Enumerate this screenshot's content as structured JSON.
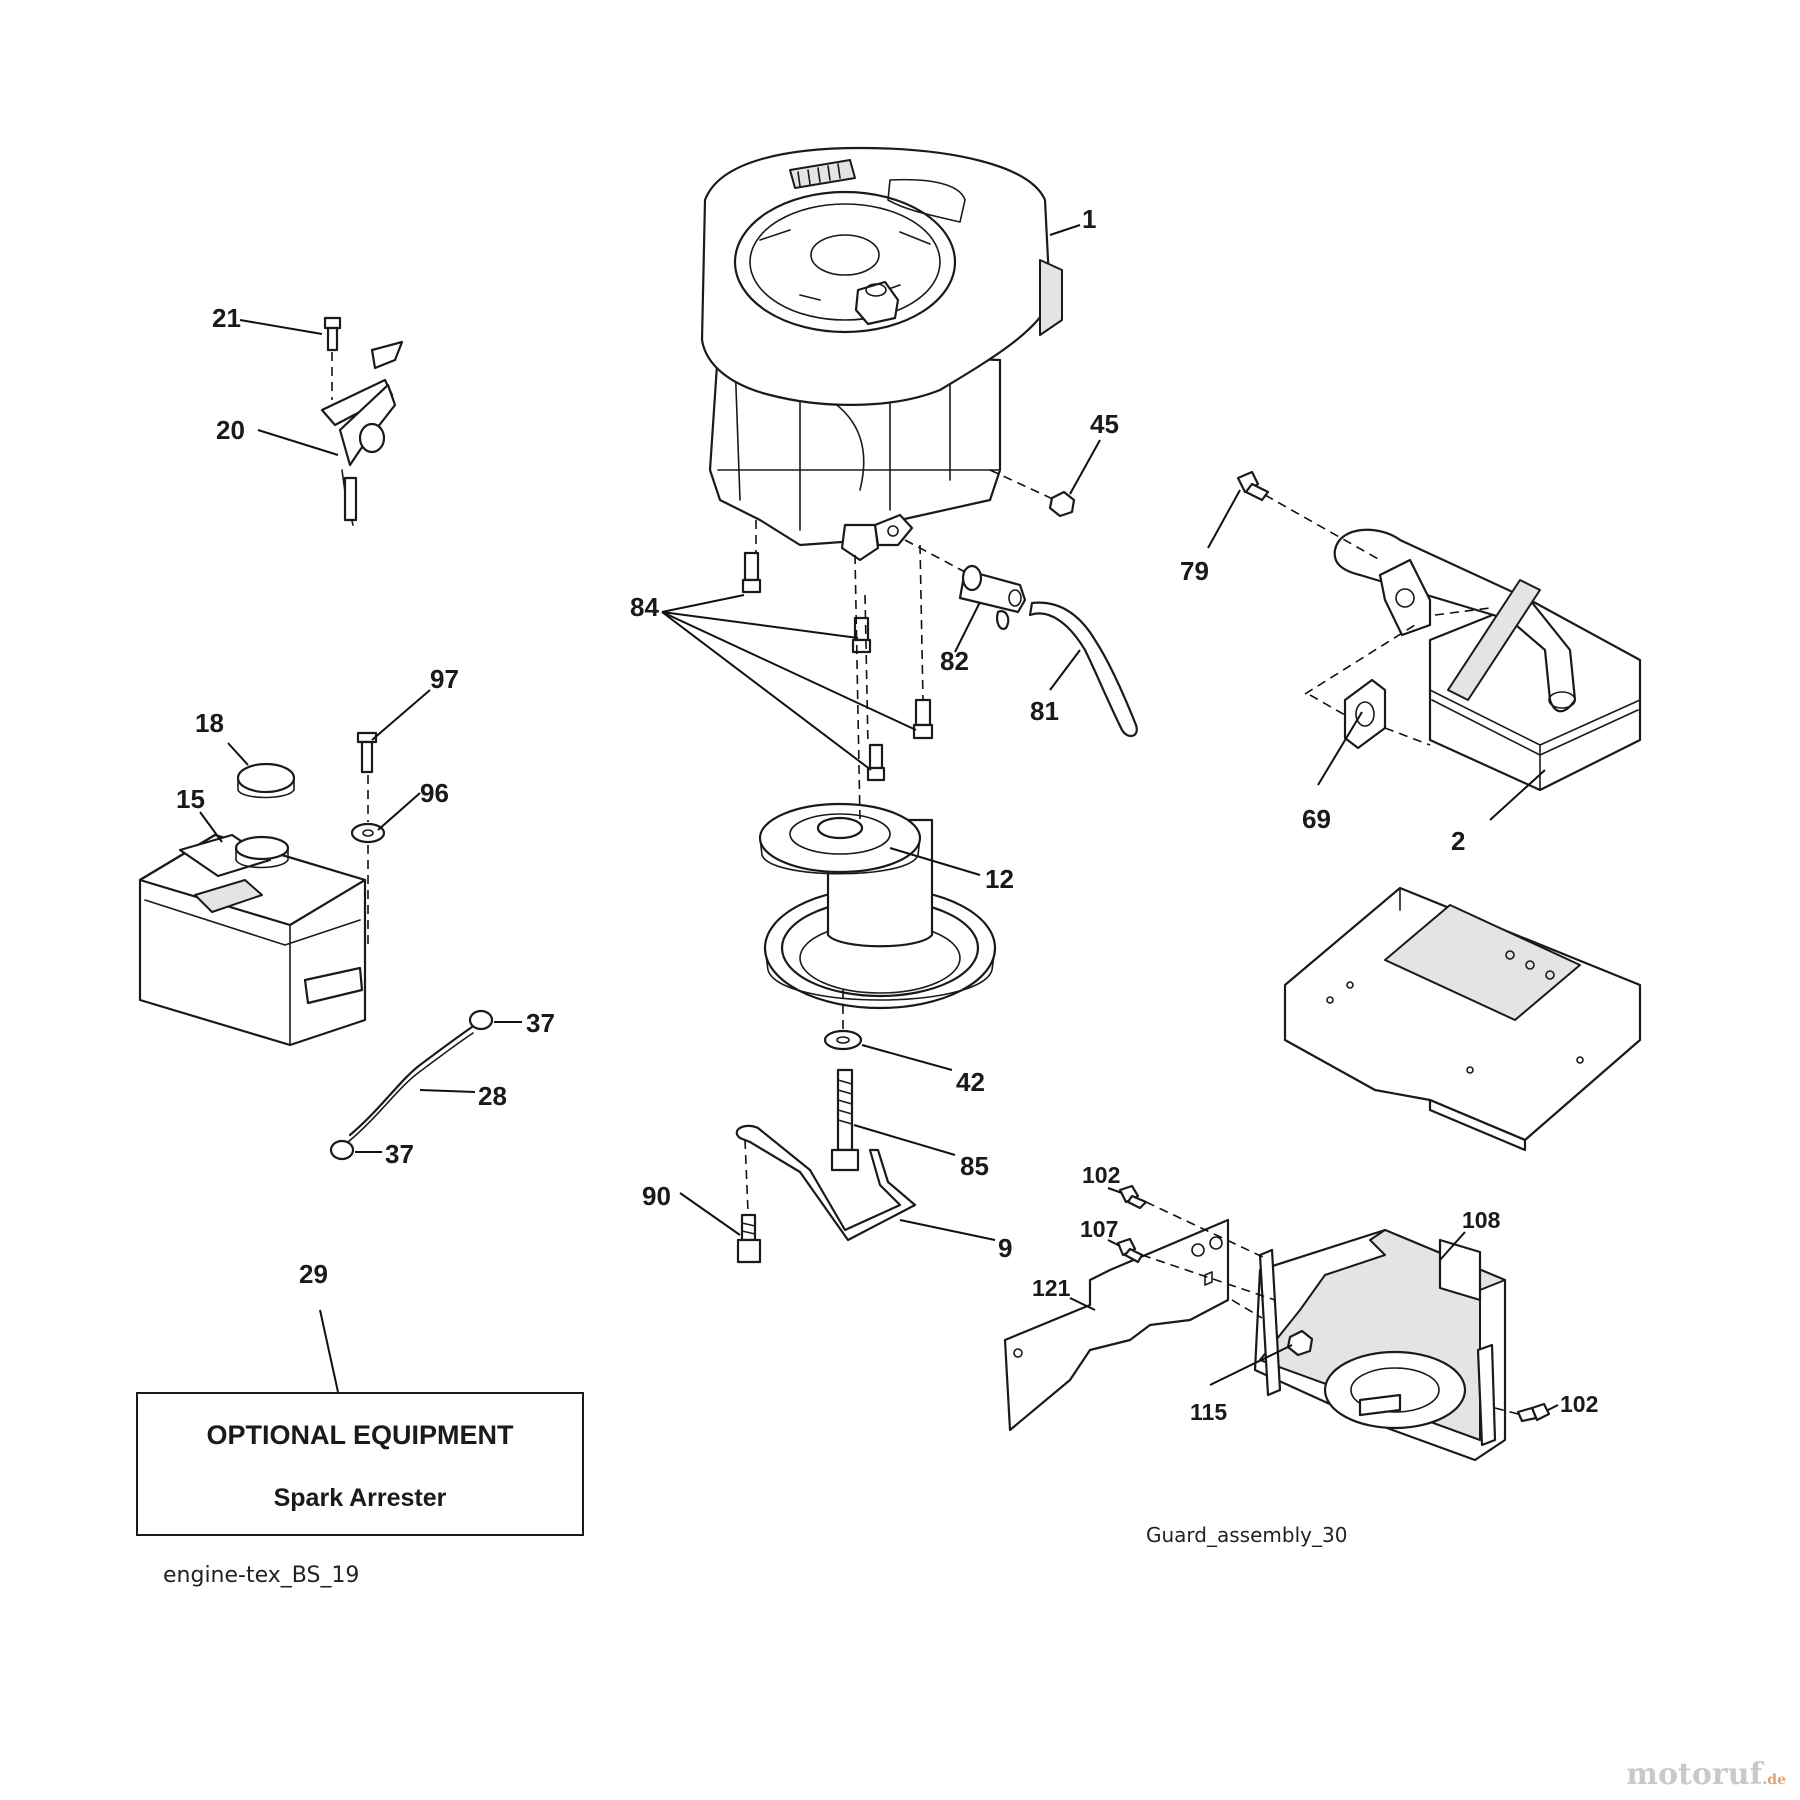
{
  "callouts": [
    {
      "key": "c1",
      "label": "1"
    },
    {
      "key": "c2",
      "label": "2"
    },
    {
      "key": "c9",
      "label": "9"
    },
    {
      "key": "c12",
      "label": "12"
    },
    {
      "key": "c15",
      "label": "15"
    },
    {
      "key": "c18",
      "label": "18"
    },
    {
      "key": "c20",
      "label": "20"
    },
    {
      "key": "c21",
      "label": "21"
    },
    {
      "key": "c28",
      "label": "28"
    },
    {
      "key": "c29",
      "label": "29"
    },
    {
      "key": "c37a",
      "label": "37"
    },
    {
      "key": "c37b",
      "label": "37"
    },
    {
      "key": "c42",
      "label": "42"
    },
    {
      "key": "c45",
      "label": "45"
    },
    {
      "key": "c69",
      "label": "69"
    },
    {
      "key": "c79",
      "label": "79"
    },
    {
      "key": "c81",
      "label": "81"
    },
    {
      "key": "c82",
      "label": "82"
    },
    {
      "key": "c84",
      "label": "84"
    },
    {
      "key": "c85",
      "label": "85"
    },
    {
      "key": "c90",
      "label": "90"
    },
    {
      "key": "c96",
      "label": "96"
    },
    {
      "key": "c97",
      "label": "97"
    },
    {
      "key": "c102a",
      "label": "102"
    },
    {
      "key": "c102b",
      "label": "102"
    },
    {
      "key": "c107",
      "label": "107"
    },
    {
      "key": "c108",
      "label": "108"
    },
    {
      "key": "c115",
      "label": "115"
    },
    {
      "key": "c121",
      "label": "121"
    }
  ],
  "optional_equipment": {
    "title": "OPTIONAL EQUIPMENT",
    "item": "Spark Arrester"
  },
  "captions": {
    "engine": "engine-tex_BS_19",
    "guard": "Guard_assembly_30"
  },
  "watermark": {
    "brand": "motoruf",
    "tld": ".de",
    "color": "#c9c9c9",
    "tld_color": "#e1a26a"
  }
}
